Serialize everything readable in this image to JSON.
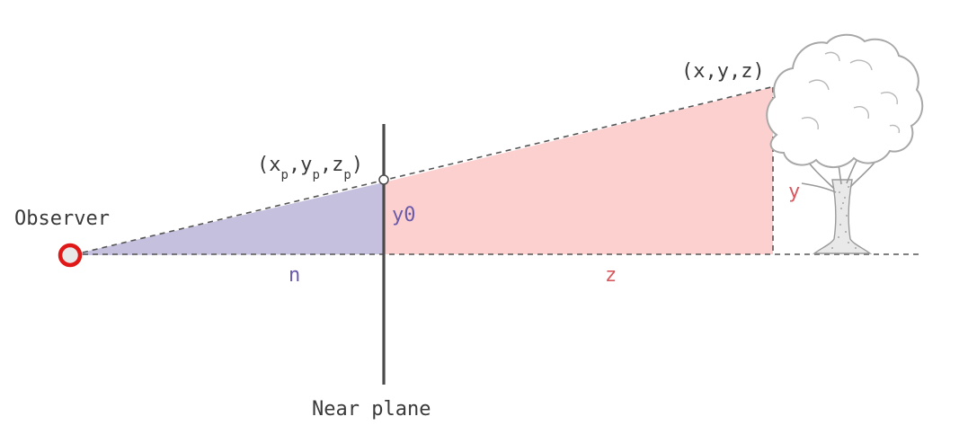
{
  "labels": {
    "observer": "Observer",
    "near_plane": "Near plane",
    "n": "n",
    "z": "z",
    "y": "y",
    "y0": "y0",
    "point_xyz": "(x,y,z)",
    "point_p": {
      "open": "(x",
      "sub": "p",
      "sep": ",y",
      "sep2": ",z",
      "close": ")"
    }
  },
  "icons": {
    "observer": "observer-ring-icon",
    "tree": "tree-icon"
  },
  "colors": {
    "near_triangle": "#c4c0de",
    "far_triangle": "#fdd0d0",
    "observer_ring": "#e01818",
    "near_plane_line": "#4a4a4a",
    "dashed_line": "#555555",
    "n_label": "#6a5aa8",
    "z_label": "#d8585e"
  }
}
